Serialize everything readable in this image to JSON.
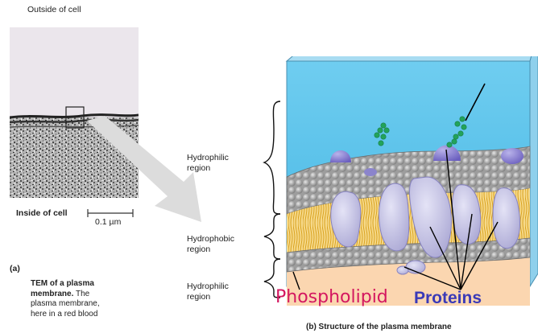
{
  "tem": {
    "outside_label": "Outside of cell",
    "inside_label": "Inside of cell",
    "scale_label": "0.1 µm",
    "panel_letter": "(a)",
    "caption_bold": "TEM of a plasma membrane.",
    "caption_rest_1": " The",
    "caption_rest_2": "plasma membrane,",
    "caption_rest_3": "here in a red blood"
  },
  "regions": {
    "top": [
      "Hydrophilic",
      "region"
    ],
    "middle": [
      "Hydrophobic",
      "region"
    ],
    "bottom": [
      "Hydrophilic",
      "region"
    ]
  },
  "diagram": {
    "phospholipid_label": "Phospholipid",
    "proteins_label": "Proteins",
    "caption": "(b) Structure of the plasma membrane",
    "colors": {
      "water": "#55c1ea",
      "cytoplasm": "#fbd6b0",
      "heads": "#9a9a9a",
      "tails": "#e9b93a",
      "protein": "#b7b5dc",
      "glyco": "#22a35b",
      "phospholipid_text": "#d4175f",
      "proteins_text": "#3a3ab8"
    }
  }
}
